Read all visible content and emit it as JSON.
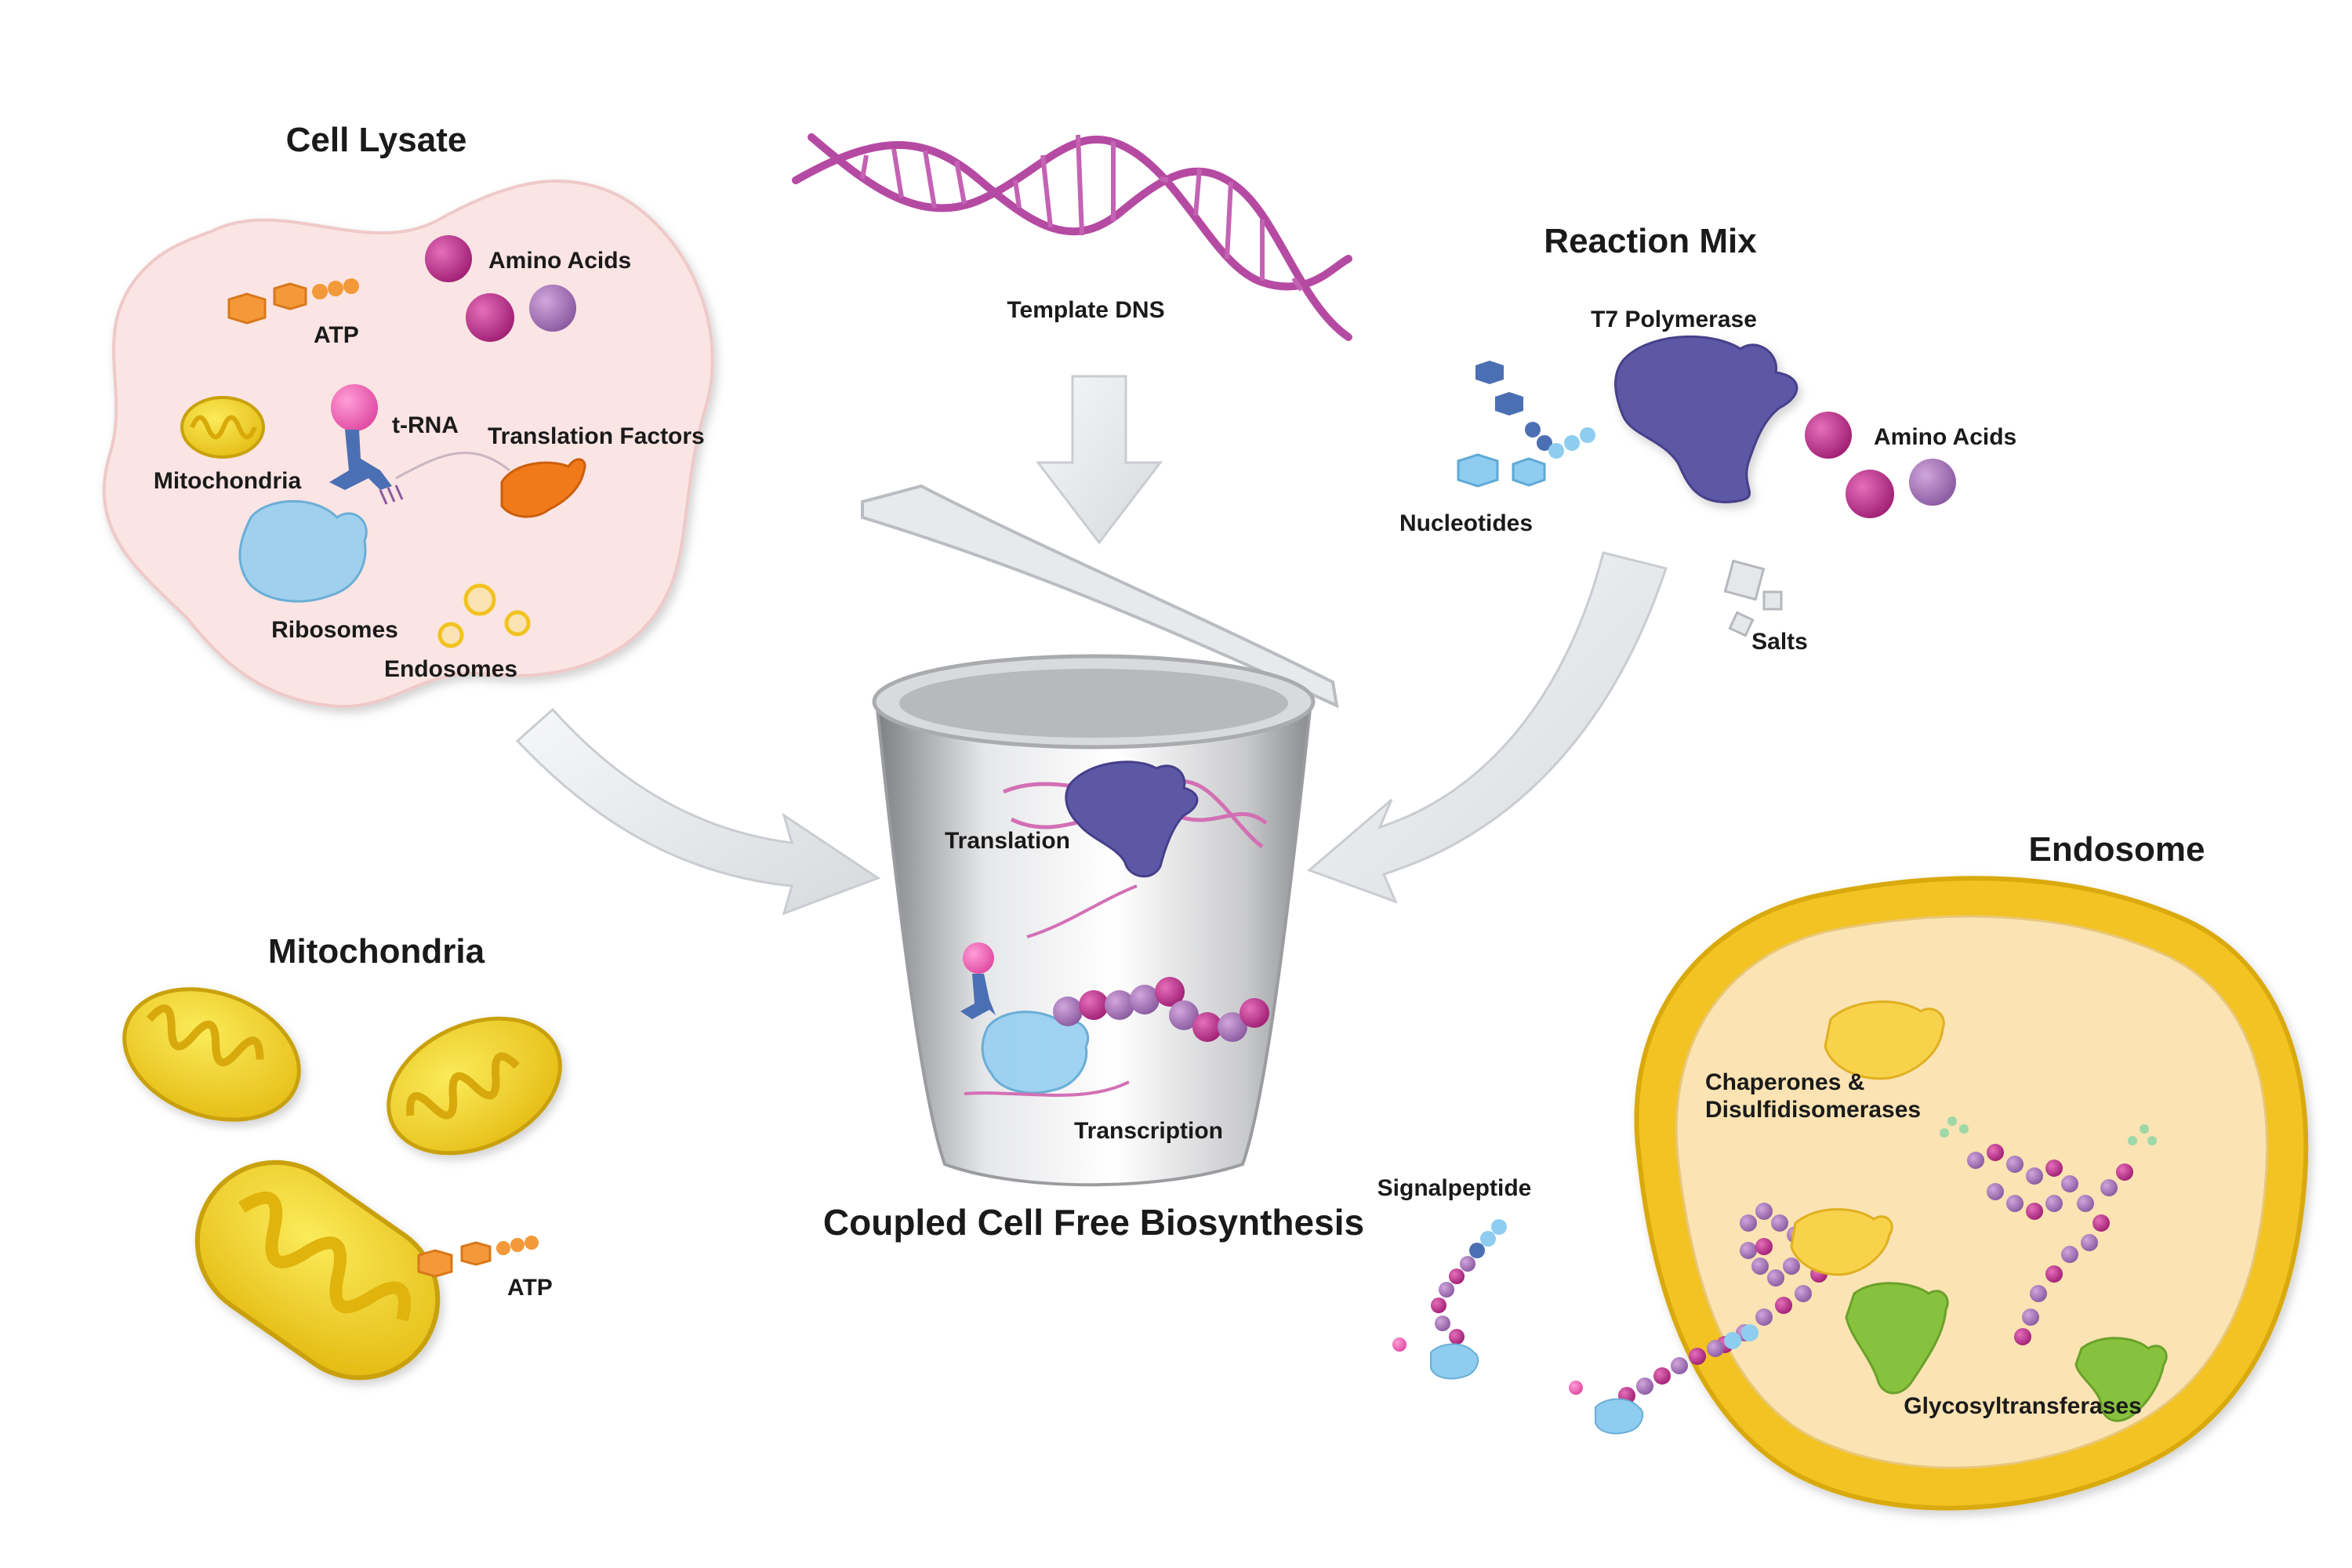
{
  "cell_lysate": {
    "title": "Cell Lysate",
    "labels": {
      "amino_acids": "Amino Acids",
      "atp": "ATP",
      "trna": "t-RNA",
      "translation_factors": "Translation Factors",
      "mitochondria": "Mitochondria",
      "ribosomes": "Ribosomes",
      "endosomes": "Endosomes"
    }
  },
  "template": {
    "label": "Template DNS"
  },
  "reaction_mix": {
    "title": "Reaction Mix",
    "labels": {
      "t7_polymerase": "T7 Polymerase",
      "nucleotides": "Nucleotides",
      "amino_acids": "Amino Acids",
      "salts": "Salts"
    }
  },
  "cup": {
    "translation": "Translation",
    "transcription": "Transcription",
    "caption": "Coupled Cell Free Biosynthesis"
  },
  "mitochondria_panel": {
    "title": "Mitochondria",
    "atp": "ATP"
  },
  "endosome": {
    "title": "Endosome",
    "chaperones_line1": "Chaperones &",
    "chaperones_line2": "Disulfidisomerases",
    "glycosyltransferases": "Glycosyltransferases",
    "signalpeptide": "Signalpeptide"
  },
  "colors": {
    "magenta": "#c0338f",
    "violet": "#a772b8",
    "polymerase": "#5d58a6",
    "orange": "#f07a1a",
    "atp": "#f3993a",
    "lysate": "#fbe4e4",
    "mito_yellow": "#f3d21c",
    "endosome_ring": "#f2c320",
    "endosome_inner": "#fbe3b3",
    "ribosome": "#8fcdf0",
    "nucleotide_dark": "#4b6fb3",
    "nucleotide_light": "#8ecdf0",
    "green": "#87c23f",
    "arrow": "#eceef0"
  }
}
